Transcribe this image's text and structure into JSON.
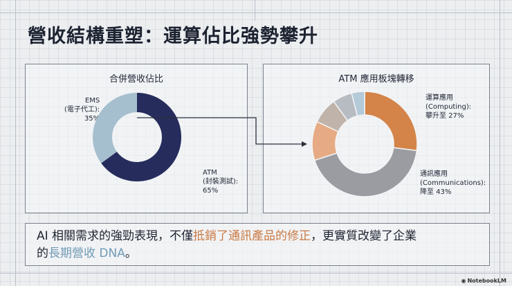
{
  "title": "營收結構重塑：運算佔比強勢攀升",
  "chart_data": [
    {
      "type": "pie",
      "title": "合併營收佔比",
      "slices": [
        {
          "label_lines": [
            "ATM",
            "(封裝測試):",
            "65%"
          ],
          "value": 65,
          "color": "#262c5c"
        },
        {
          "label_lines": [
            "EMS",
            "(電子代工):",
            "35%"
          ],
          "value": 35,
          "color": "#a6bfcf"
        }
      ]
    },
    {
      "type": "pie",
      "title": "ATM 應用板塊轉移",
      "slices": [
        {
          "label_lines": [
            "運算應用",
            "(Computing):",
            "攀升至 27%"
          ],
          "value": 27,
          "color": "#d48449"
        },
        {
          "label_lines": [
            "通訊應用",
            "(Communications):",
            "降至 43%"
          ],
          "value": 43,
          "color": "#9a9ca2"
        },
        {
          "label_lines": [],
          "value": 12,
          "color": "#e6ab84"
        },
        {
          "label_lines": [],
          "value": 8,
          "color": "#c0b3aa"
        },
        {
          "label_lines": [],
          "value": 6,
          "color": "#b7bcc3"
        },
        {
          "label_lines": [],
          "value": 4,
          "color": "#b4cad8"
        }
      ]
    }
  ],
  "quote": {
    "part1": "AI 相關需求的強勁表現，不僅",
    "highlight1": "抵銷了通訊產品的修正",
    "part2": "，更實質改變了企業",
    "part3": "的",
    "highlight2": "長期營收 DNA",
    "part4": "。"
  },
  "brand": {
    "icon": "notebooklm-logo-icon",
    "label": "NotebookLM"
  }
}
